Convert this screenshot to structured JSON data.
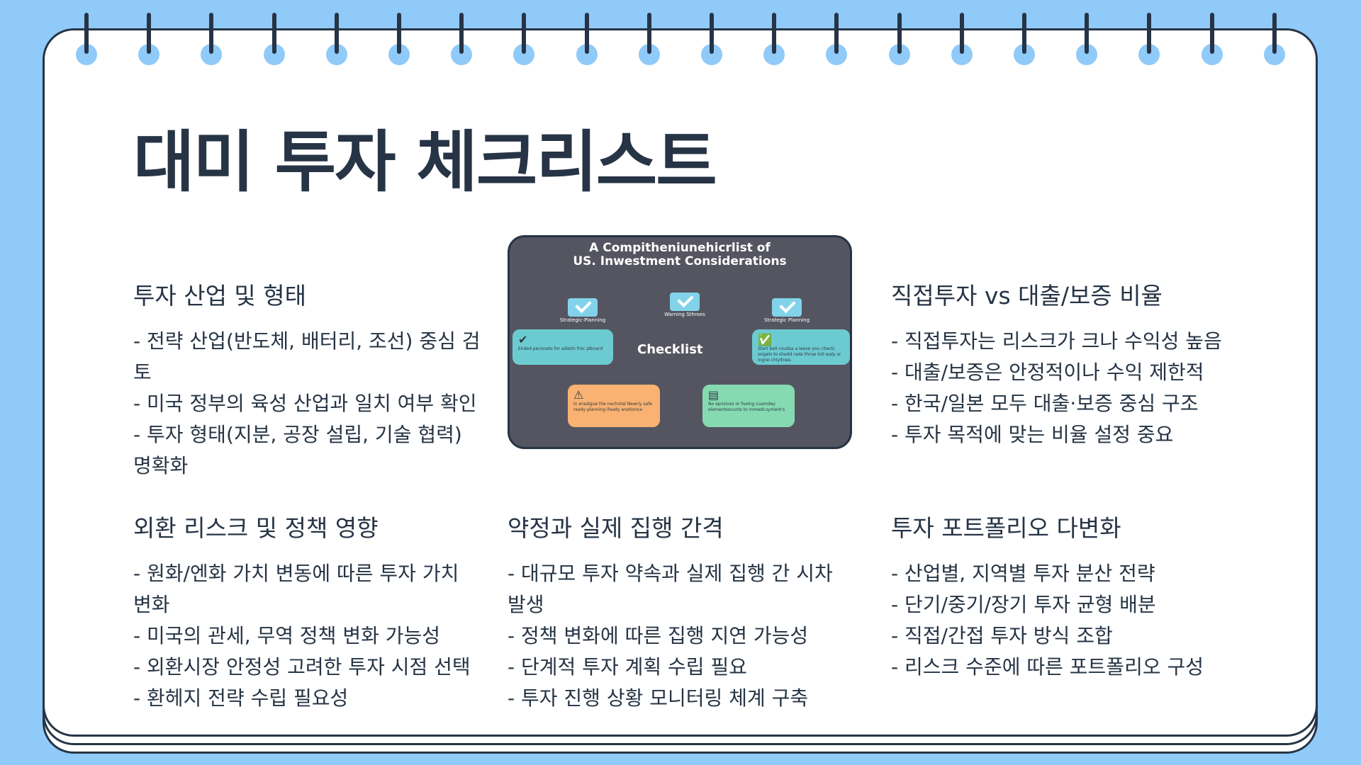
{
  "slide": {
    "title": "대미 투자 체크리스트"
  },
  "image": {
    "heading_line1": "A Compitheniunehicrlist of",
    "heading_line2": "US. Inwestment Considerations",
    "center_label": "Checklist",
    "icon_labels": [
      "Strategic-Planning",
      "Warning Sthroes",
      "Strategic Planning"
    ],
    "panel_texts": [
      "Ended peconate for adistin froc plbnard",
      "Start bell coudsa a leeve you chectc ssigels to shedd rada thnse toll waly or ingrei chlyltnee.",
      "In erastgue the nechntal Newriy safe ready planning ifeady anetionce",
      "No epnsives or fuelng cuamdey elementsocunts to mmedcuyment's"
    ],
    "colors": {
      "card_bg": "#555561",
      "teal": "#6ccbd1",
      "orange": "#f9b272",
      "green": "#86dab2"
    }
  },
  "sections": [
    {
      "heading": "투자 산업 및 형태",
      "items": [
        "- 전략 산업(반도체, 배터리, 조선) 중심 검토",
        "- 미국 정부의 육성 산업과 일치 여부 확인",
        "- 투자 형태(지분, 공장 설립, 기술 협력) 명확화"
      ]
    },
    {
      "heading": "직접투자 vs 대출/보증 비율",
      "items": [
        "- 직접투자는 리스크가 크나 수익성 높음",
        "- 대출/보증은 안정적이나 수익 제한적",
        "- 한국/일본 모두 대출·보증 중심 구조",
        "- 투자 목적에 맞는 비율 설정 중요"
      ]
    },
    {
      "heading": "외환 리스크 및 정책 영향",
      "items": [
        "- 원화/엔화 가치 변동에 따른 투자 가치 변화",
        "- 미국의 관세, 무역 정책 변화 가능성",
        "- 외환시장 안정성 고려한 투자 시점 선택",
        "- 환헤지 전략 수립 필요성"
      ]
    },
    {
      "heading": "약정과 실제 집행 간격",
      "items": [
        "- 대규모 투자 약속과 실제 집행 간 시차 발생",
        "- 정책 변화에 따른 집행 지연 가능성",
        "- 단계적 투자 계획 수립 필요",
        "- 투자 진행 상황 모니터링 체계 구축"
      ]
    },
    {
      "heading": "투자 포트폴리오 다변화",
      "items": [
        "- 산업별, 지역별 투자 분산 전략",
        "- 단기/중기/장기 투자 균형 배분",
        "- 직접/간접 투자 방식 조합",
        "- 리스크 수준에 따른 포트폴리오 구성"
      ]
    }
  ]
}
